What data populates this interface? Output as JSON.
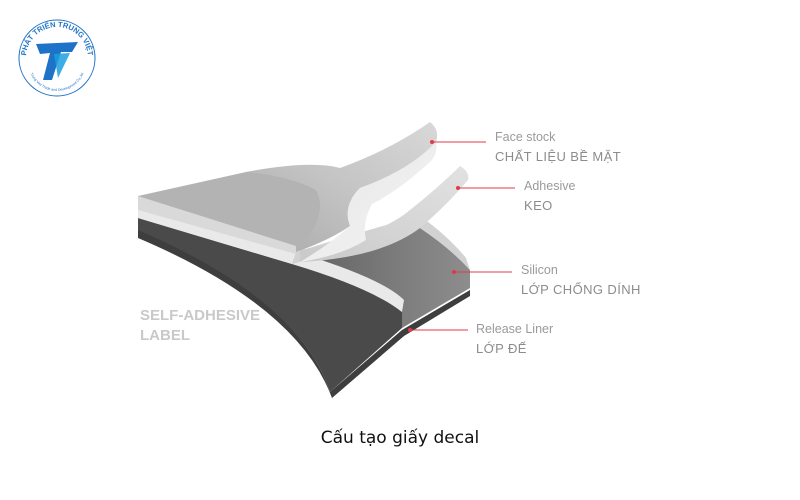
{
  "logo": {
    "arc_text": "PHÁT TRIỂN TRUNG VIỆT",
    "sub_text": "Trung Viet Trade and Development Co.,ltd",
    "monogram": "T",
    "colors": {
      "primary": "#1e73c8",
      "accent": "#1a9fe0"
    }
  },
  "diagram": {
    "side_label": [
      "SELF-ADHESIVE",
      "LABEL"
    ],
    "layers": [
      {
        "en": "Face stock",
        "vi": "CHẤT LIỆU BỀ MẶT"
      },
      {
        "en": "Adhesive",
        "vi": "KEO"
      },
      {
        "en": "Silicon",
        "vi": "LỚP CHỐNG DÍNH"
      },
      {
        "en": "Release Liner",
        "vi": "LỚP ĐẾ"
      }
    ],
    "pointer_color": "#e0394a"
  },
  "caption": "Cấu tạo giấy decal"
}
